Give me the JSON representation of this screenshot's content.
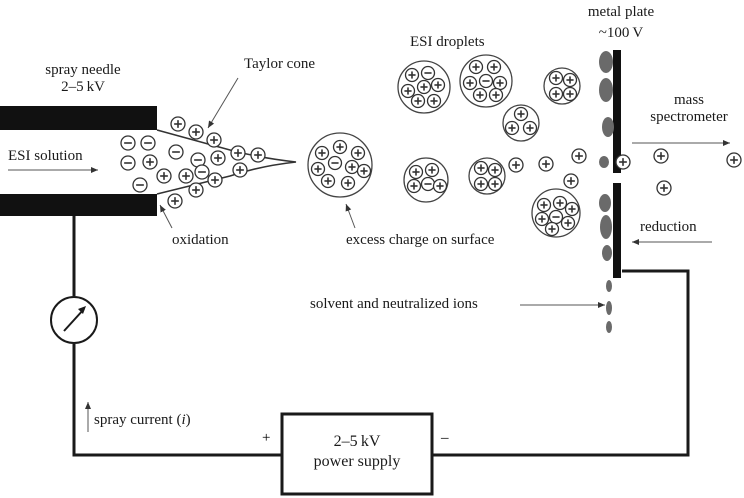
{
  "labels": {
    "spray_needle": "spray needle",
    "needle_voltage": "2–5 kV",
    "esi_solution": "ESI solution",
    "taylor_cone": "Taylor cone",
    "oxidation": "oxidation",
    "esi_droplets": "ESI droplets",
    "excess_charge": "excess charge on surface",
    "metal_plate": "metal plate",
    "plate_voltage": "~100 V",
    "mass_spectrometer_line1": "mass",
    "mass_spectrometer_line2": "spectrometer",
    "reduction": "reduction",
    "solvent_neutralized": "solvent and neutralized ions",
    "spray_current_prefix": "spray current (",
    "spray_current_var": "i",
    "spray_current_suffix": ")",
    "plus_terminal": "+",
    "minus_terminal": "–",
    "power_supply_line1": "2–5 kV",
    "power_supply_line2": "power supply"
  },
  "icons": {
    "ammeter": "ammeter-icon",
    "positive_ion": "plus-circle-icon",
    "negative_ion": "minus-circle-icon"
  },
  "colors": {
    "ink": "#1a1a1a",
    "neutral_particles": "#6a6a6a"
  }
}
